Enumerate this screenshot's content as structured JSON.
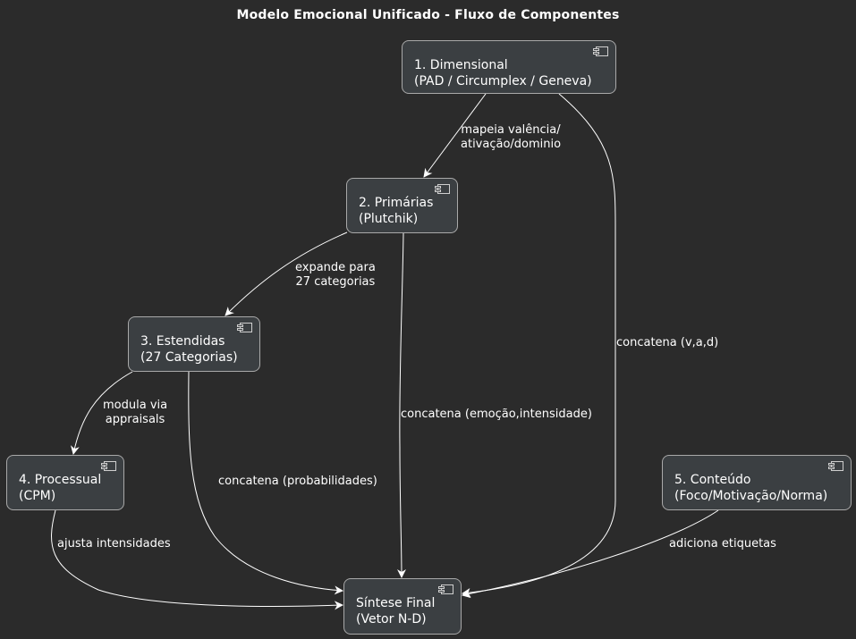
{
  "diagram": {
    "title": "Modelo Emocional Unificado - Fluxo de Componentes",
    "nodes": {
      "dimensional": {
        "line1": "1. Dimensional",
        "line2": "(PAD / Circumplex / Geneva)"
      },
      "primarias": {
        "line1": "2. Primárias",
        "line2": "(Plutchik)"
      },
      "estendidas": {
        "line1": "3. Estendidas",
        "line2": "(27 Categorias)"
      },
      "processual": {
        "line1": "4. Processual",
        "line2": "(CPM)"
      },
      "conteudo": {
        "line1": "5. Conteúdo",
        "line2": "(Foco/Motivação/Norma)"
      },
      "sintese": {
        "line1": "Síntese Final",
        "line2": "(Vetor N-D)"
      }
    },
    "edges": {
      "dim_to_prim": {
        "line1": "mapeia valência/",
        "line2": "ativação/dominio"
      },
      "prim_to_est": {
        "line1": "expande para",
        "line2": "27 categorias"
      },
      "est_to_proc": {
        "line1": "modula via",
        "line2": "appraisals"
      },
      "dim_to_sint": "concatena (v,a,d)",
      "prim_to_sint": "concatena (emoção,intensidade)",
      "est_to_sint": "concatena (probabilidades)",
      "proc_to_sint": "ajusta intensidades",
      "cont_to_sint": "adiciona etiquetas"
    }
  }
}
